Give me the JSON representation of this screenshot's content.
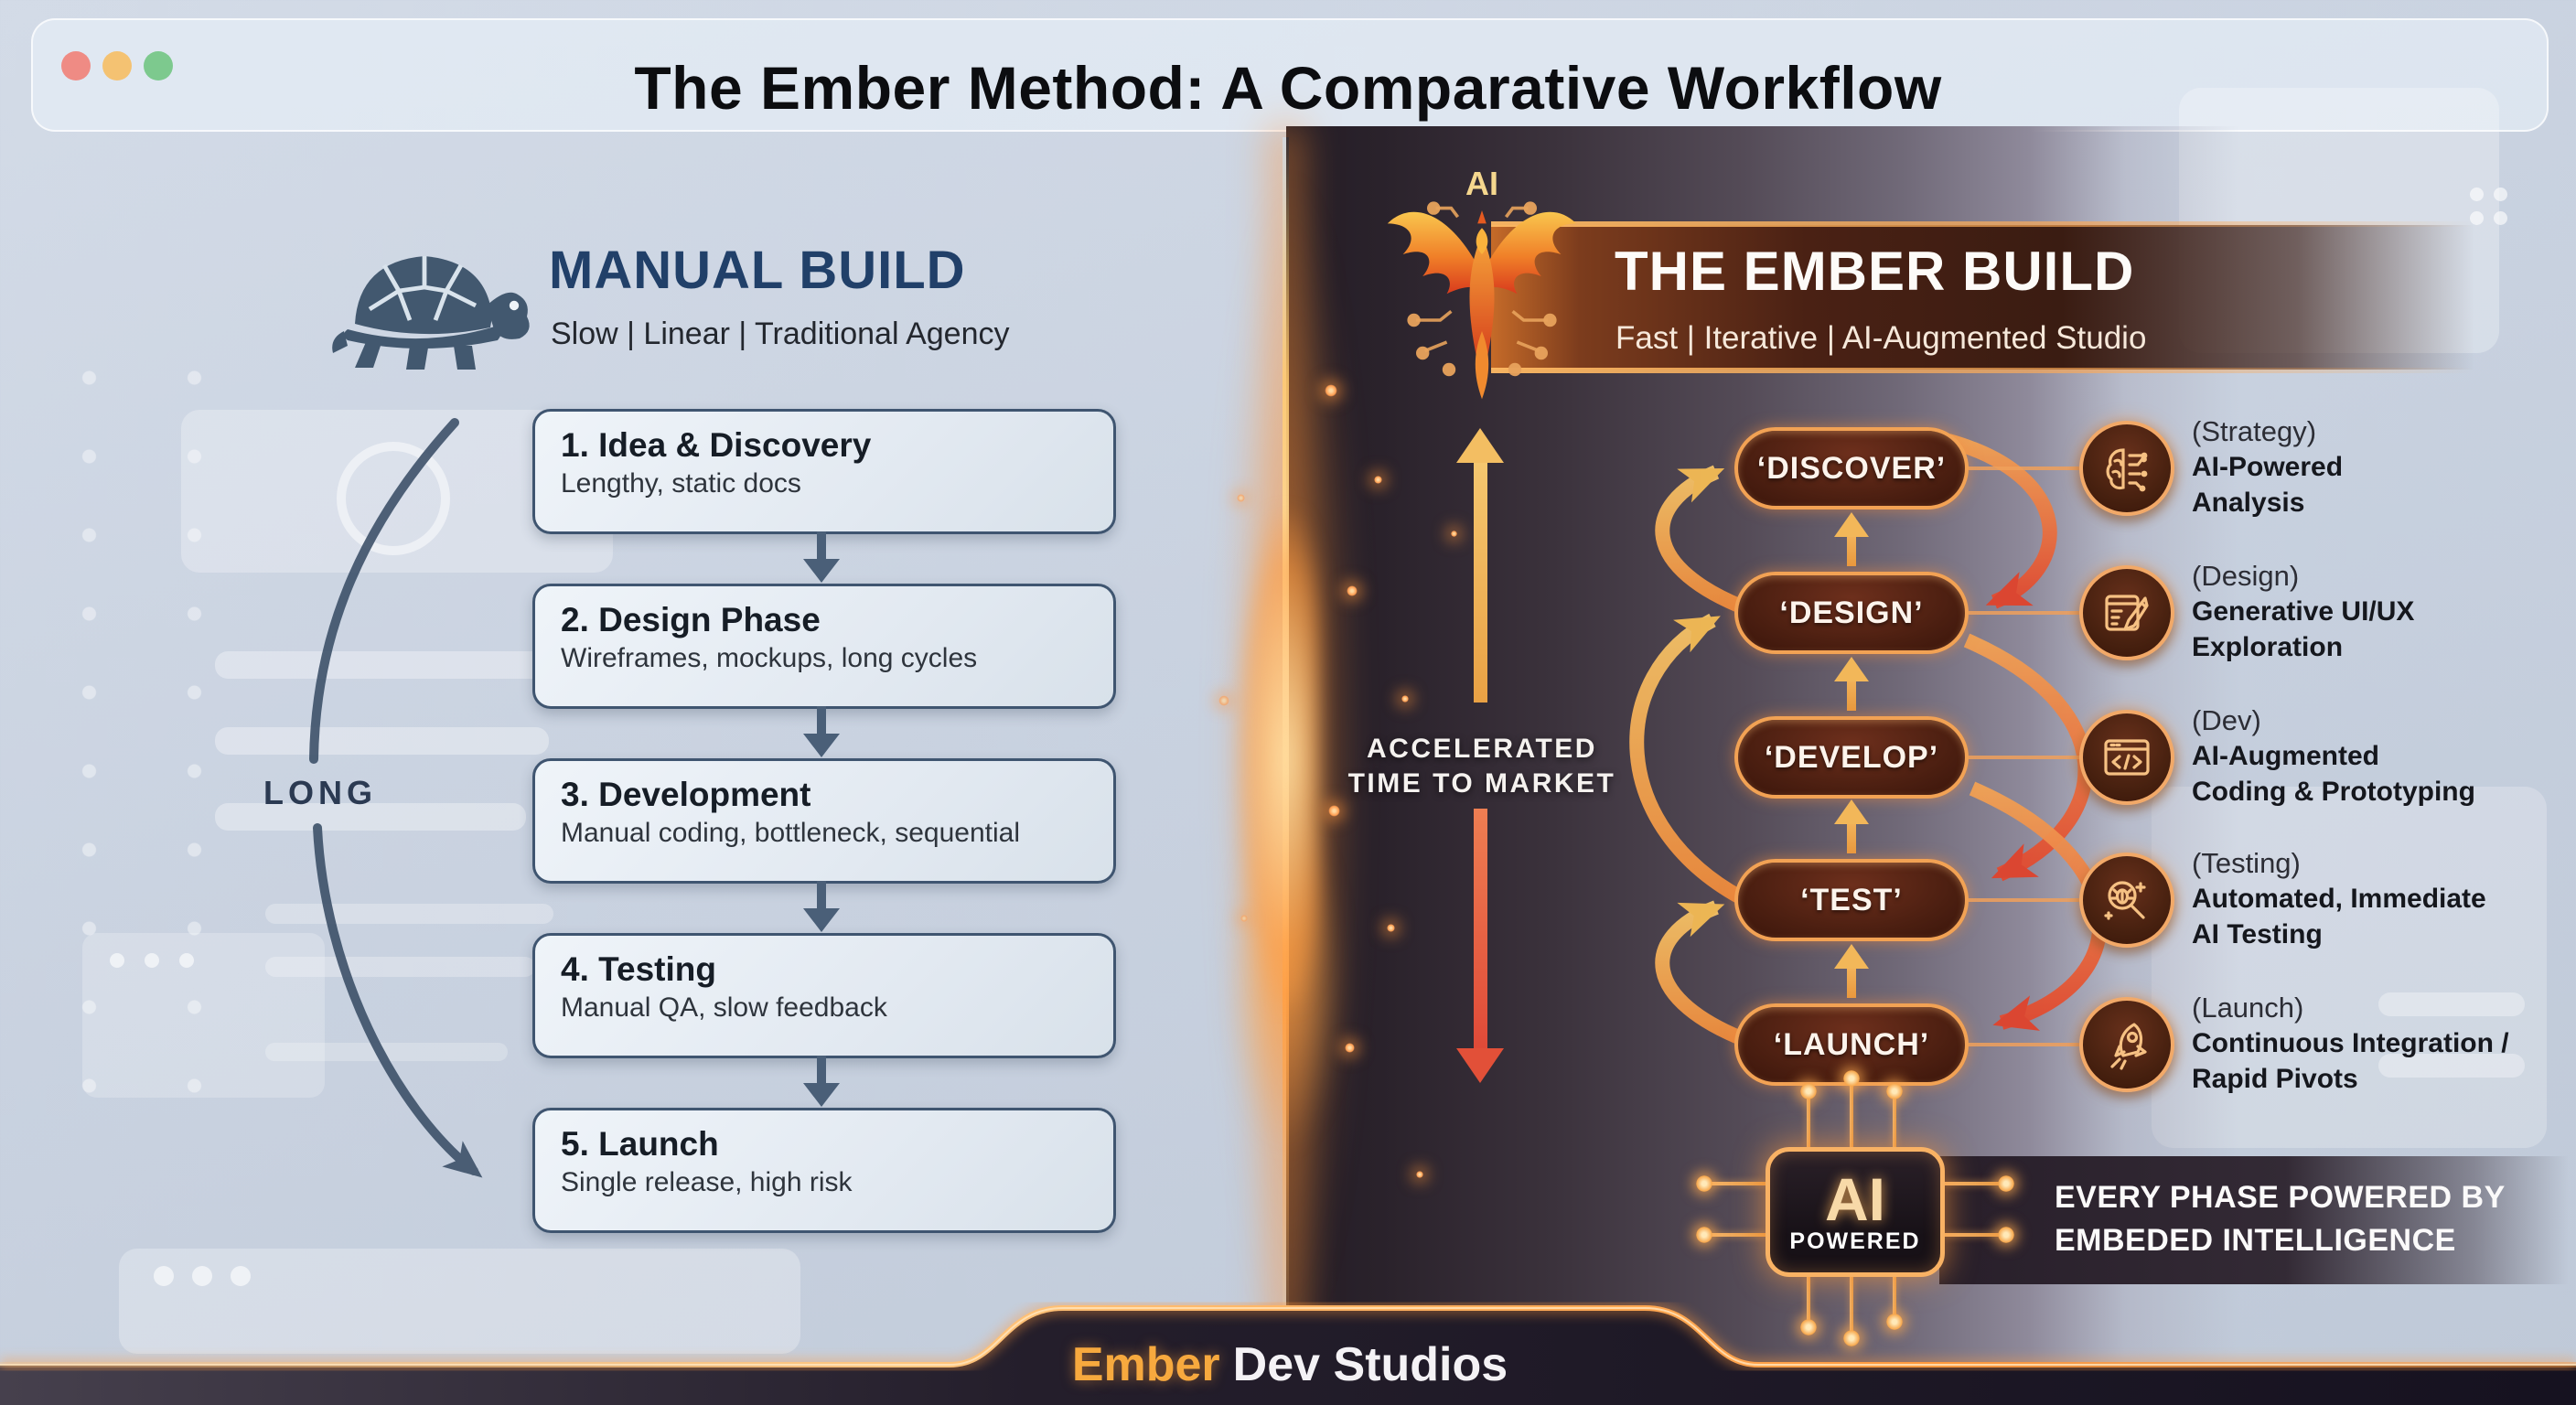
{
  "title": "The Ember Method: A Comparative Workflow",
  "colors": {
    "accent_orange": "#f2a254",
    "ember_red": "#e0432c",
    "gold": "#f5c878",
    "navy": "#214069",
    "slate": "#44597a"
  },
  "manual": {
    "heading": "MANUAL BUILD",
    "subheading": "Slow | Linear | Traditional Agency",
    "icon": "turtle-icon",
    "duration_label": "LONG",
    "steps": [
      {
        "title": "1. Idea & Discovery",
        "desc": "Lengthy, static docs"
      },
      {
        "title": "2. Design Phase",
        "desc": "Wireframes, mockups, long cycles"
      },
      {
        "title": "3. Development",
        "desc": "Manual coding, bottleneck, sequential"
      },
      {
        "title": "4. Testing",
        "desc": "Manual QA, slow feedback"
      },
      {
        "title": "5. Launch",
        "desc": "Single release, high risk"
      }
    ]
  },
  "ember": {
    "logo_label": "AI",
    "heading": "THE EMBER BUILD",
    "subheading": "Fast | Iterative | AI-Augmented Studio",
    "axis_label": [
      "ACCELERATED",
      "TIME TO MARKET"
    ],
    "phases": [
      "‘DISCOVER’",
      "‘DESIGN’",
      "‘DEVELOP’",
      "‘TEST’",
      "‘LAUNCH’"
    ],
    "annotations": [
      {
        "tag": "(Strategy)",
        "line1": "AI-Powered",
        "line2": "Analysis",
        "icon": "brain-circuit-icon"
      },
      {
        "tag": "(Design)",
        "line1": "Generative UI/UX",
        "line2": "Exploration",
        "icon": "sketch-pencil-icon"
      },
      {
        "tag": "(Dev)",
        "line1": "AI-Augmented",
        "line2": "Coding & Prototyping",
        "icon": "code-window-icon"
      },
      {
        "tag": "(Testing)",
        "line1": "Automated, Immediate",
        "line2": "AI Testing",
        "icon": "bug-magnifier-icon"
      },
      {
        "tag": "(Launch)",
        "line1": "Continuous Integration /",
        "line2": "Rapid Pivots",
        "icon": "rocket-icon"
      }
    ],
    "chip": {
      "top": "AI",
      "bottom": "POWERED"
    },
    "chip_caption": [
      "EVERY PHASE POWERED BY",
      "EMBEDED INTELLIGENCE"
    ]
  },
  "footer": {
    "brand_accent": "Ember",
    "brand_rest": "Dev Studios"
  }
}
